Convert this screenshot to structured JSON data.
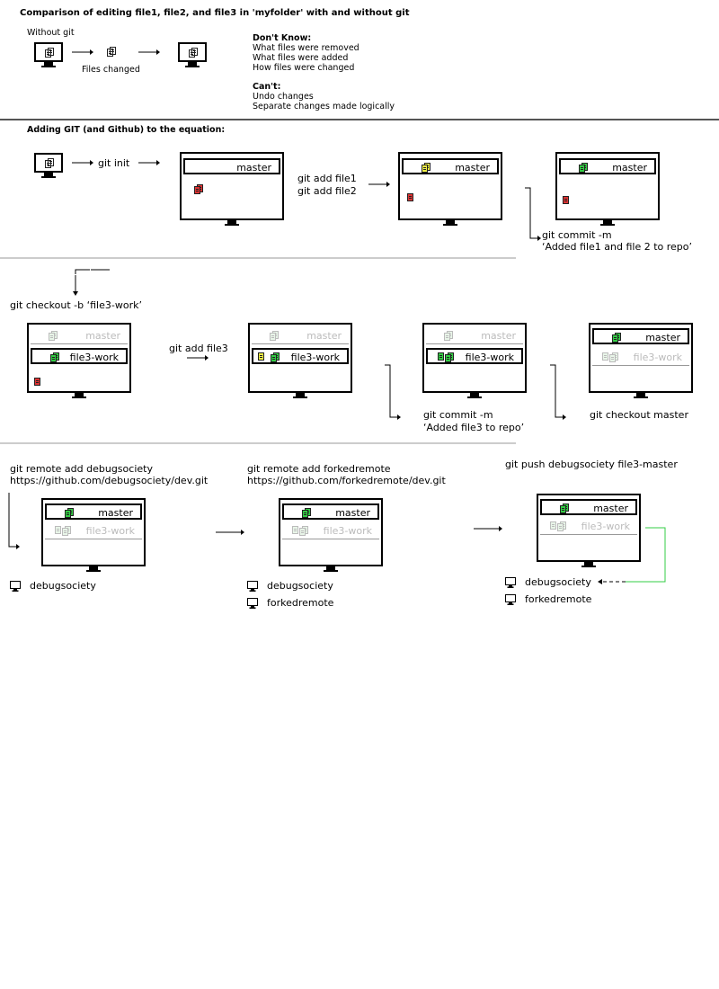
{
  "title": "Comparison of editing file1, file2, and file3 in 'myfolder' with and without git",
  "without_git": {
    "label": "Without git",
    "files_changed": "Files changed",
    "dont_know_title": "Don't Know:",
    "dont_know": [
      "What files were removed",
      "What files were added",
      "How files were changed"
    ],
    "cant_title": "Can't:",
    "cant": [
      "Undo changes",
      "Separate changes made logically"
    ]
  },
  "section2": {
    "heading": "Adding GIT (and Github) to the equation:",
    "git_init": "git init",
    "git_add": [
      "git add file1",
      "git add file2"
    ],
    "commit": [
      "git commit -m",
      "‘Added file1 and file 2 to repo’"
    ]
  },
  "section3": {
    "checkout_new": "git checkout -b ‘file3-work’",
    "add_file3": "git add file3",
    "commit": [
      "git commit -m",
      "‘Added file3 to repo’"
    ],
    "checkout_master": "git checkout master"
  },
  "section4": {
    "remote1": [
      "git remote add debugsociety",
      "https://github.com/debugsociety/dev.git"
    ],
    "remote2": [
      "git remote add forkedremote",
      "https://github.com/forkedremote/dev.git"
    ],
    "push": "git push debugsociety file3-master"
  },
  "branches": {
    "master": "master",
    "file3_work": "file3-work"
  },
  "remotes": {
    "debugsociety": "debugsociety",
    "forkedremote": "forkedremote"
  },
  "colors": {
    "new": "#d33",
    "staged": "#ee4",
    "committed": "#3c4",
    "push_line": "#3c4"
  }
}
